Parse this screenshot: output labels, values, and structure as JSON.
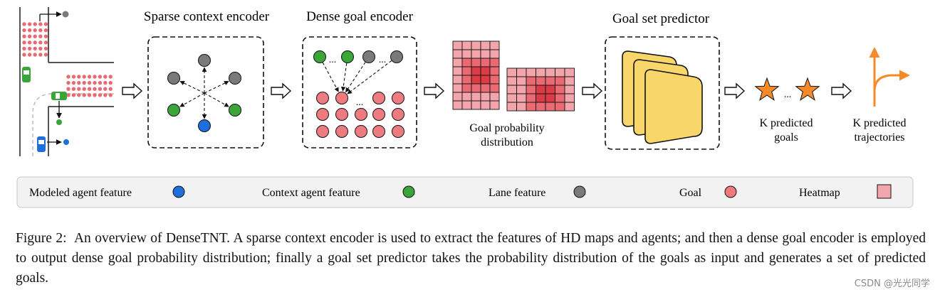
{
  "stages": {
    "sparse_encoder": "Sparse context encoder",
    "dense_encoder": "Dense goal encoder",
    "goal_set_predictor": "Goal set predictor",
    "goal_prob": [
      "Goal probability",
      "distribution"
    ],
    "k_goals": [
      "K predicted",
      "goals"
    ],
    "k_trajs": [
      "K predicted",
      "trajectories"
    ],
    "ellipsis": "..."
  },
  "legend": {
    "modeled": "Modeled agent feature",
    "context": "Context agent feature",
    "lane": "Lane feature",
    "goal": "Goal",
    "heatmap": "Heatmap"
  },
  "caption": {
    "label": "Figure 2:",
    "text": "An overview of DenseTNT. A sparse context encoder is used to extract the features of HD maps and agents; and then a dense goal encoder is employed to output dense goal probability distribution; finally a goal set predictor takes the probability distribution of the goals as input and generates a set of predicted goals."
  },
  "watermark": "CSDN @光光同学",
  "colors": {
    "blue": "#1e6fd9",
    "green": "#3aa63a",
    "gray": "#7a7a7a",
    "goal": "#ee7b80",
    "heat_light": "#f2a6ab",
    "heat_mid": "#e96a72",
    "heat_dark": "#dc3a45",
    "card": "#f9d66a",
    "star": "#f58a2a",
    "legend_bg": "#f2f2f2"
  }
}
